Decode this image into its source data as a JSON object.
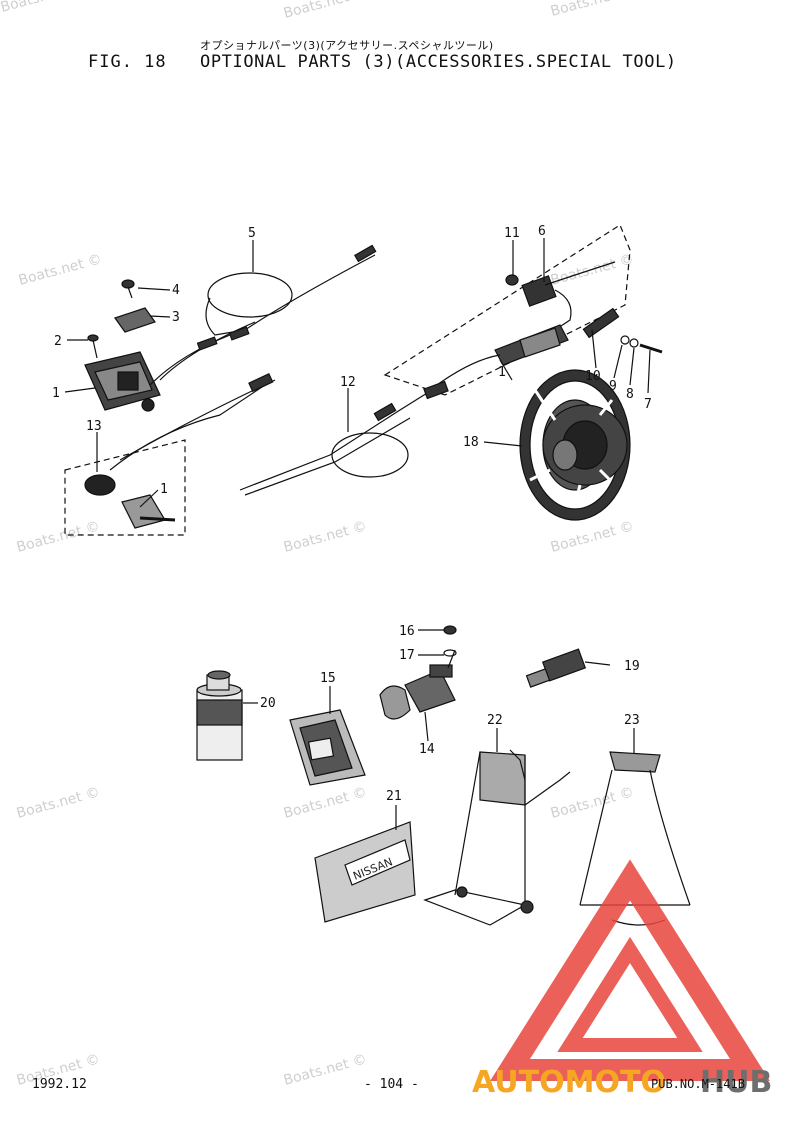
{
  "header": {
    "title_jp": "オプショナルパーツ(3)(アクセサリー.スペシャルツール)",
    "figure_label": "FIG. 18",
    "figure_title": "OPTIONAL PARTS (3)(ACCESSORIES.SPECIAL TOOL)"
  },
  "callouts": [
    {
      "id": "c1a",
      "label": "1"
    },
    {
      "id": "c2",
      "label": "2"
    },
    {
      "id": "c3",
      "label": "3"
    },
    {
      "id": "c4",
      "label": "4"
    },
    {
      "id": "c5",
      "label": "5"
    },
    {
      "id": "c6",
      "label": "6"
    },
    {
      "id": "c7",
      "label": "7"
    },
    {
      "id": "c8",
      "label": "8"
    },
    {
      "id": "c9",
      "label": "9"
    },
    {
      "id": "c10",
      "label": "10"
    },
    {
      "id": "c11",
      "label": "11"
    },
    {
      "id": "c12",
      "label": "12"
    },
    {
      "id": "c13",
      "label": "13"
    },
    {
      "id": "c1b",
      "label": "1"
    },
    {
      "id": "c1c",
      "label": "1"
    },
    {
      "id": "c18",
      "label": "18"
    },
    {
      "id": "c16",
      "label": "16"
    },
    {
      "id": "c17",
      "label": "17"
    },
    {
      "id": "c19",
      "label": "19"
    },
    {
      "id": "c15",
      "label": "15"
    },
    {
      "id": "c20",
      "label": "20"
    },
    {
      "id": "c14",
      "label": "14"
    },
    {
      "id": "c22",
      "label": "22"
    },
    {
      "id": "c23",
      "label": "23"
    },
    {
      "id": "c21",
      "label": "21"
    }
  ],
  "bag_brand": "NISSAN",
  "watermark": "Boats.net ©",
  "footer": {
    "date": "1992.12",
    "page": "- 104 -",
    "pub": "PUB.NO.M-141B"
  },
  "logo": {
    "text_part1": "AUTOMOTO",
    "text_part2": "HUB",
    "color_red": "#e8453c",
    "color_orange": "#f5a623",
    "color_gray": "#6e6e6e"
  }
}
